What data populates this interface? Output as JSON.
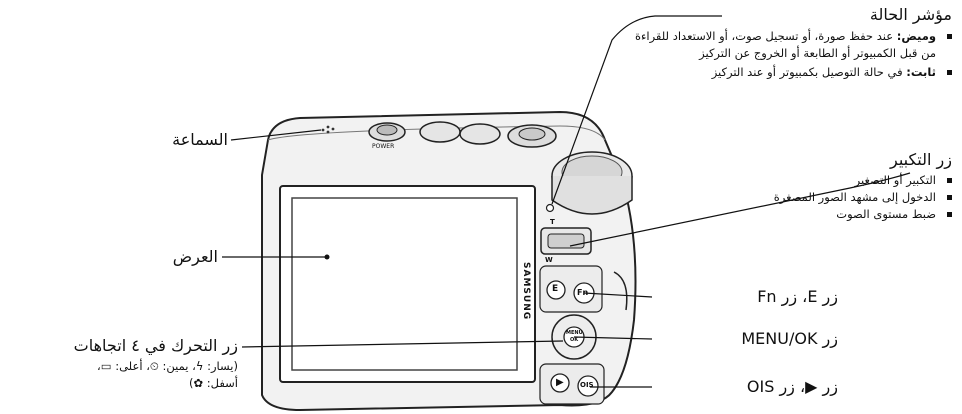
{
  "labels": {
    "status_title": "مؤشر الحالة",
    "status_blink_term": "وميض:",
    "status_blink_desc": " عند حفظ صورة، أو تسجيل صوت، أو الاستعداد للقراءة من قبل الكمبيوتر أو الطابعة أو الخروج عن التركيز",
    "status_steady_term": "ثابت:",
    "status_steady_desc": " في حالة التوصيل بكمبيوتر أو عند التركيز",
    "zoom_title": "زر التكبير",
    "zoom_items": [
      "التكبير أو التصغير",
      "الدخول إلى مشهد الصور المصغرة",
      "ضبط مستوى الصوت"
    ],
    "speaker": "السماعة",
    "display": "العرض",
    "efn": "زر E، زر Fn",
    "menu_ok": "زر MENU/OK",
    "play_ois": "زر ▶، زر OIS",
    "nav_title": "زر التحرك في ٤ اتجاهات",
    "nav_desc_1": "(يسار: ϟ، يمين: ⏲، أعلى: ▭،",
    "nav_desc_2": "أسفل: ✿)"
  },
  "camera": {
    "brand": "SAMSUNG",
    "power": "POWER",
    "menu": "MENU",
    "ok": "OK",
    "e": "E",
    "fn": "Fn",
    "ois": "OIS",
    "t": "T",
    "w": "W"
  }
}
